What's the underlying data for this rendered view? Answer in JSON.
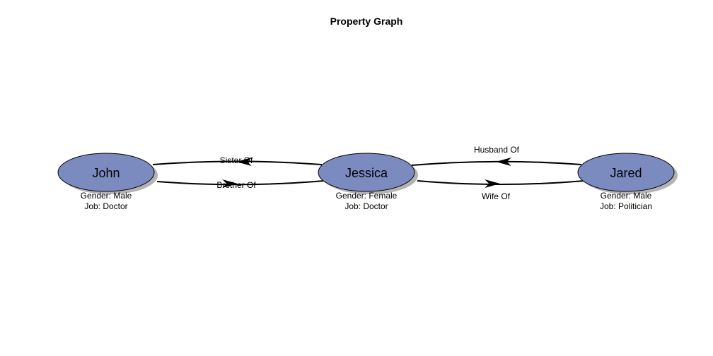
{
  "diagram": {
    "title": "Property Graph",
    "colors": {
      "node_fill": "#7b8bbf",
      "node_shadow": "#b3b3b3",
      "node_stroke": "#000000",
      "edge": "#000000"
    },
    "nodes": [
      {
        "id": "john",
        "label": "John",
        "properties": [
          "Gender: Male",
          "Job: Doctor"
        ]
      },
      {
        "id": "jessica",
        "label": "Jessica",
        "properties": [
          "Gender: Female",
          "Job: Doctor"
        ]
      },
      {
        "id": "jared",
        "label": "Jared",
        "properties": [
          "Gender: Male",
          "Job: Politician"
        ]
      }
    ],
    "edges": [
      {
        "id": "sister-of",
        "from": "jessica",
        "to": "john",
        "label": "Sister Of"
      },
      {
        "id": "brother-of",
        "from": "john",
        "to": "jessica",
        "label": "Brother Of"
      },
      {
        "id": "husband-of",
        "from": "jared",
        "to": "jessica",
        "label": "Husband Of"
      },
      {
        "id": "wife-of",
        "from": "jessica",
        "to": "jared",
        "label": "Wife Of"
      }
    ]
  }
}
